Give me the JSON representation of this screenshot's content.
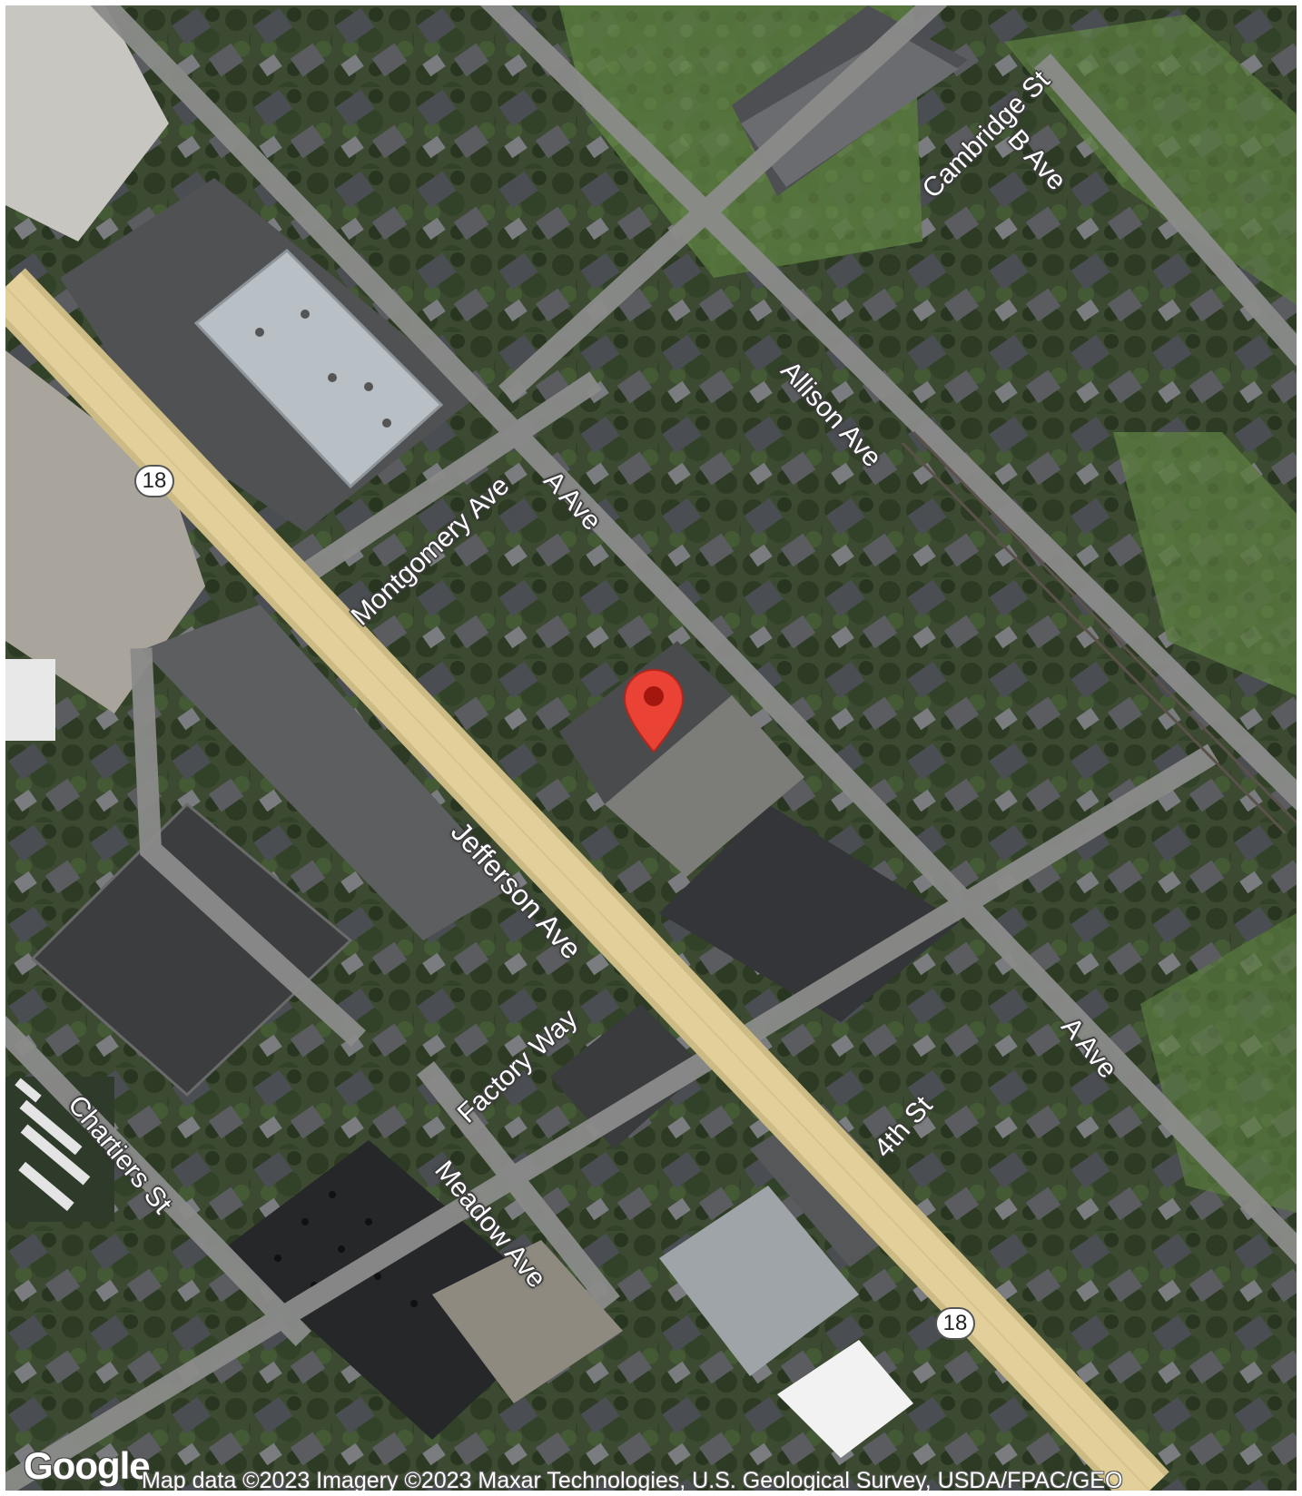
{
  "map": {
    "provider_logo": "Google",
    "attribution": "Map data ©2023 Imagery ©2023 Maxar Technologies, U.S. Geological Survey, USDA/FPAC/GEO",
    "marker_icon": "location-pin-icon",
    "marker_color": "#ea4335",
    "route_road_color": "#e2cf9a",
    "streets": {
      "cambridge_st": "Cambridge St",
      "b_ave": "B Ave",
      "allison_ave": "Allison Ave",
      "a_ave_north": "A Ave",
      "montgomery_ave": "Montgomery Ave",
      "jefferson_ave": "Jefferson Ave",
      "factory_way": "Factory Way",
      "a_ave_south": "A Ave",
      "fourth_st": "4th St",
      "chartiers_st": "Chartiers St",
      "meadow_ave": "Meadow Ave"
    },
    "route_shields": {
      "top": "18",
      "bottom": "18"
    }
  }
}
